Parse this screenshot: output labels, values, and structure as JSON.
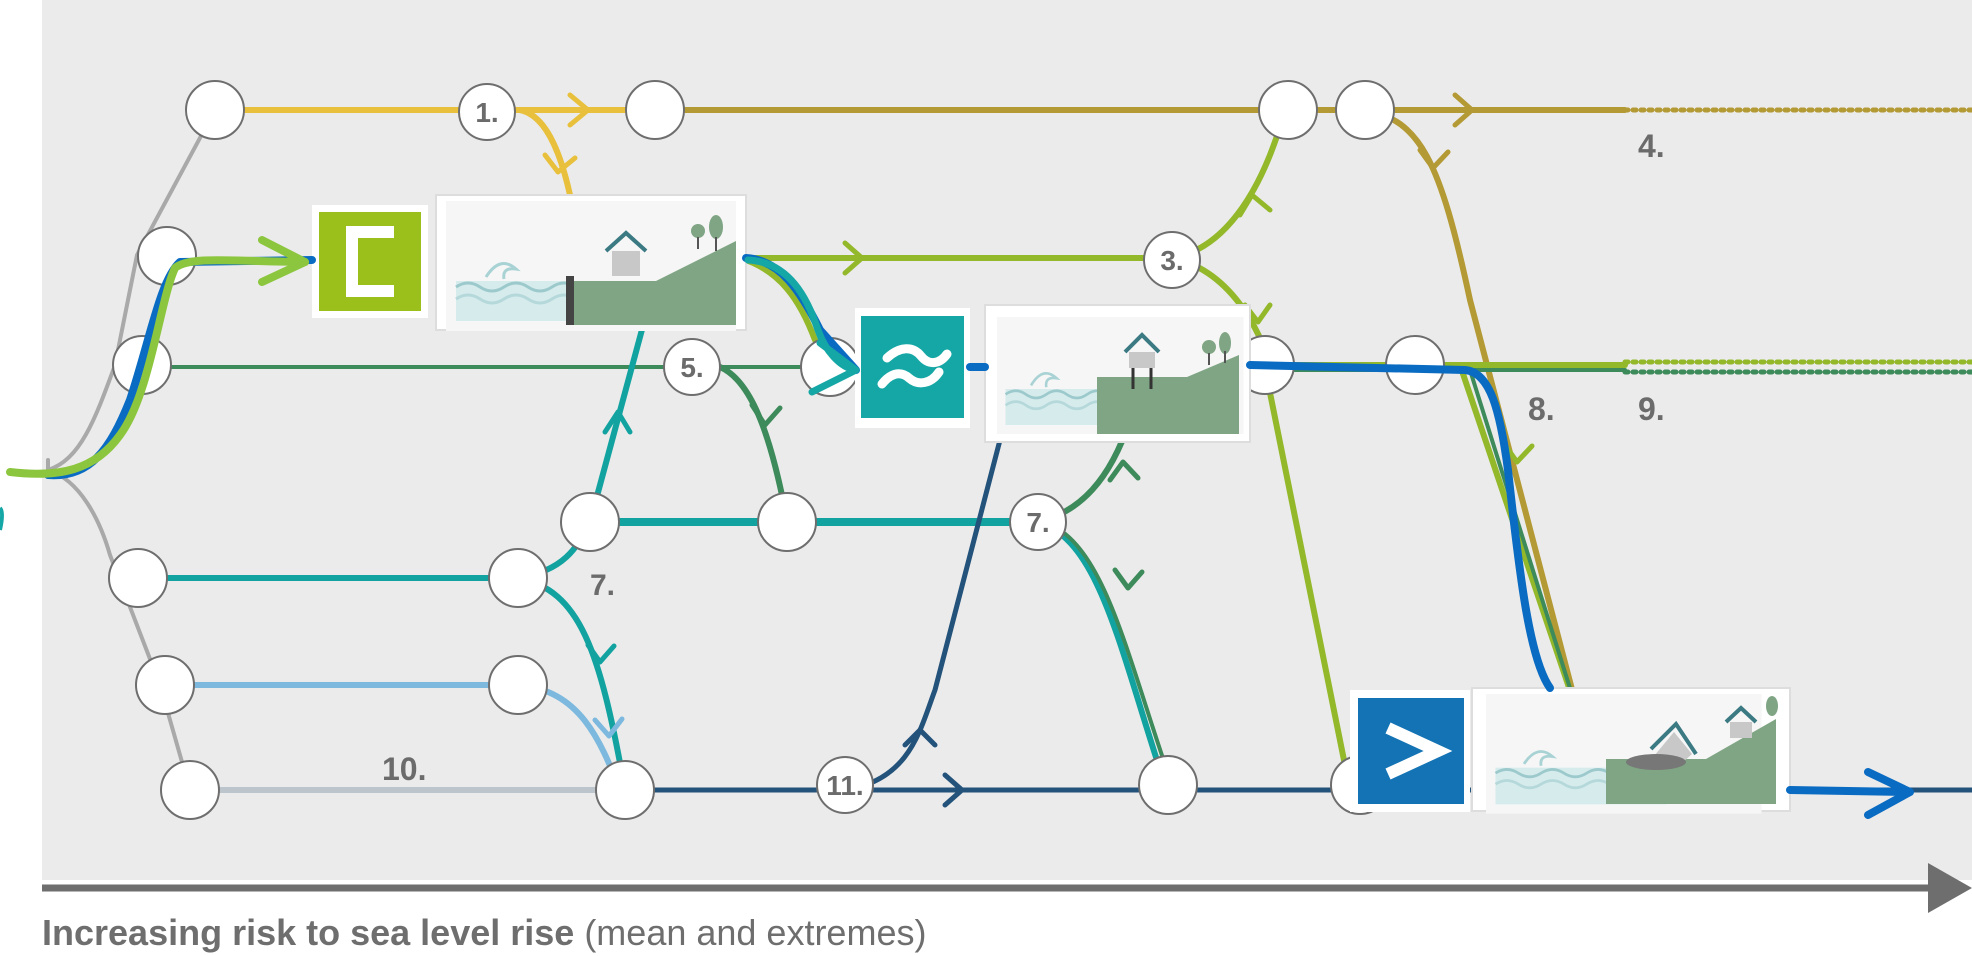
{
  "nodes": {
    "n1": "1.",
    "n3": "3.",
    "n5": "5.",
    "n7": "7.",
    "n11": "11."
  },
  "labels": {
    "l4": "4.",
    "l7": "7.",
    "l8": "8.",
    "l9": "9.",
    "l10": "10."
  },
  "axis": {
    "label_bold": "Increasing risk to sea level rise",
    "label_normal": " (mean and extremes)"
  },
  "icons": {
    "protect": "protect-icon",
    "accommodate": "accommodate-icon",
    "advance": "advance-icon"
  },
  "colors": {
    "background": "#ebebeb",
    "yellow": "#e8c03c",
    "olive": "#b49a34",
    "lime": "#93b82a",
    "green": "#3d8a5a",
    "teal": "#12a3a0",
    "light_blue": "#7db9de",
    "slate": "#bcc4cc",
    "navy": "#23527a",
    "highlight_blue": "#0a6bc2",
    "highlight_green": "#8cc63e",
    "protect_green": "#9cc01b",
    "accommodate_teal": "#15a7a5",
    "advance_blue": "#1373b4"
  }
}
